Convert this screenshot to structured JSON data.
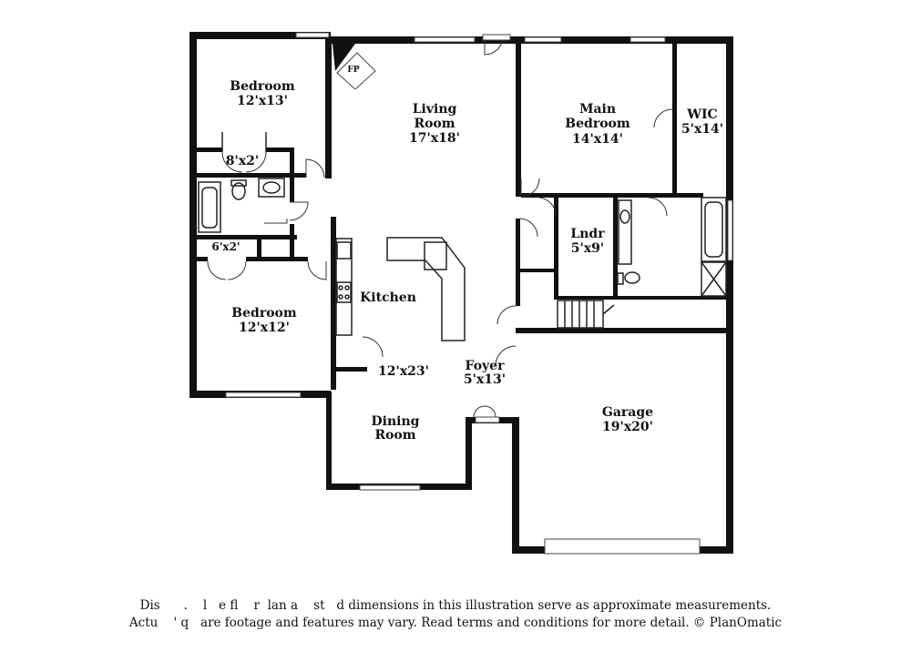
{
  "rooms": {
    "bedroom_nw": {
      "name": "Bedroom",
      "dims": "12'x13'"
    },
    "closet_nw": {
      "dims": "8'x2'"
    },
    "closet_w": {
      "dims": "6'x2'"
    },
    "bedroom_w": {
      "name": "Bedroom",
      "dims": "12'x12'"
    },
    "fireplace": {
      "name": "FP"
    },
    "living": {
      "name_line1": "Living",
      "name_line2": "Room",
      "dims": "17'x18'"
    },
    "kitchen": {
      "name": "Kitchen",
      "dims": "12'x23'"
    },
    "dining": {
      "name_line1": "Dining",
      "name_line2": "Room"
    },
    "foyer": {
      "name": "Foyer",
      "dims": "5'x13'"
    },
    "main_bedroom": {
      "name_line1": "Main",
      "name_line2": "Bedroom",
      "dims": "14'x14'"
    },
    "wic": {
      "name": "WIC",
      "dims": "5'x14'"
    },
    "laundry": {
      "name": "Lndr",
      "dims": "5'x9'"
    },
    "garage": {
      "name": "Garage",
      "dims": "19'x20'"
    }
  },
  "disclaimer": {
    "line1": "Dis      .    l   e fl    r  lan a    st   d dimensions in this illustration serve as approximate measurements.",
    "line2": "Actu    ' q   are footage and features may vary. Read terms and conditions for more detail. © PlanOmatic"
  }
}
